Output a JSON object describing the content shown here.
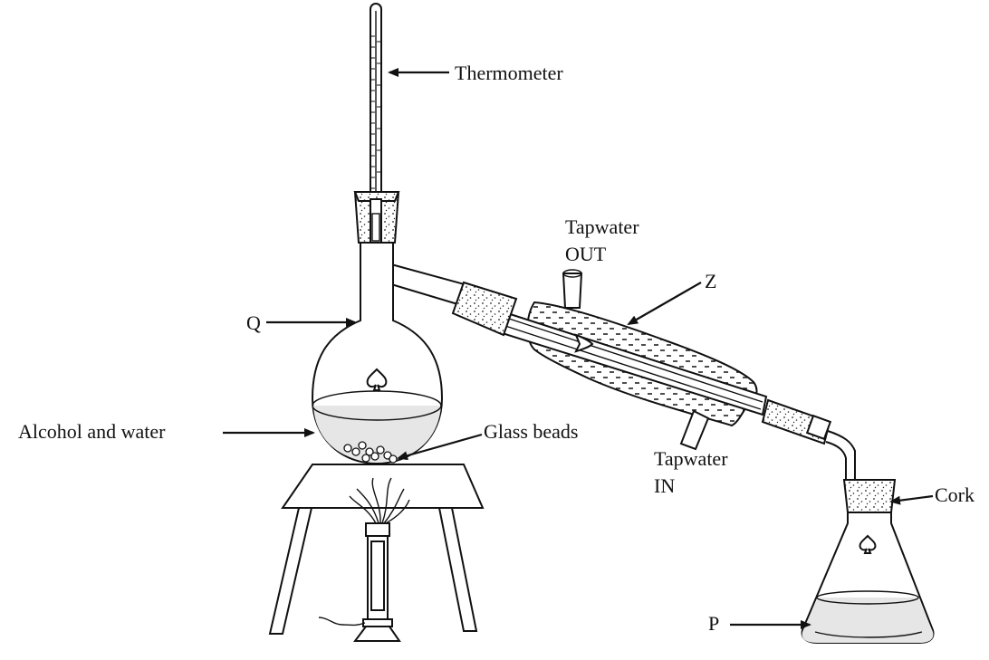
{
  "colors": {
    "line": "#111111",
    "background": "#ffffff",
    "liquid": "#e6e6e6",
    "stipple": "#222222"
  },
  "labels": {
    "thermometer": "Thermometer",
    "tapwater_out_line1": "Tapwater",
    "tapwater_out_line2": "OUT",
    "z": "Z",
    "q": "Q",
    "alcohol_and_water": "Alcohol and water",
    "glass_beads": "Glass beads",
    "tapwater_in_line1": "Tapwater",
    "tapwater_in_line2": "IN",
    "cork": "Cork",
    "p": "P"
  },
  "icons": {
    "flask_marks": "spade-icon",
    "heat_source": "bunsen-burner-icon"
  }
}
